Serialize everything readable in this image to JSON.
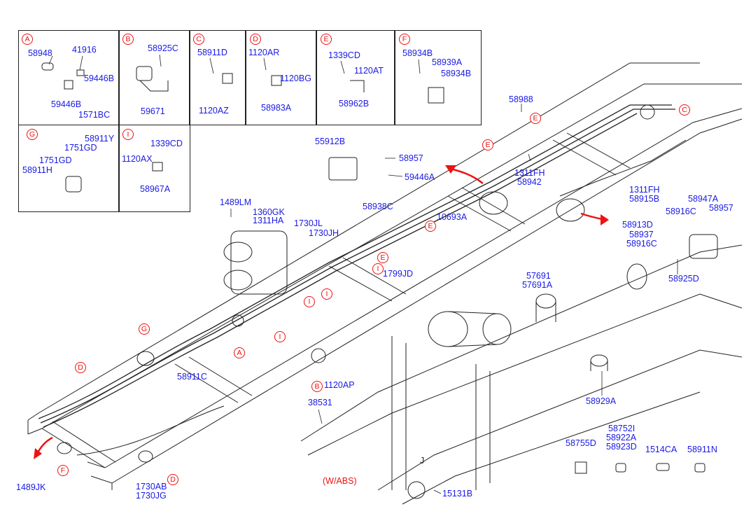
{
  "panels": [
    {
      "ref": "A",
      "parts": [
        "58948",
        "41916",
        "59446B",
        "59446B",
        "1571BC"
      ]
    },
    {
      "ref": "B",
      "parts": [
        "58925C",
        "59671"
      ]
    },
    {
      "ref": "C",
      "parts": [
        "58911D",
        "1120AZ"
      ]
    },
    {
      "ref": "D",
      "parts": [
        "1120AR",
        "1120BG",
        "58983A"
      ]
    },
    {
      "ref": "E",
      "parts": [
        "1339CD",
        "1120AT",
        "58962B"
      ]
    },
    {
      "ref": "F",
      "parts": [
        "58934B",
        "58939A",
        "58934B"
      ]
    },
    {
      "ref": "G",
      "parts": [
        "58911Y",
        "1751GD",
        "1751GD",
        "58911H"
      ]
    },
    {
      "ref": "I",
      "parts": [
        "1339CD",
        "1120AX",
        "58967A"
      ]
    }
  ],
  "callouts": {
    "p55912B": "55912B",
    "p58957a": "58957",
    "p59446A": "59446A",
    "p58938C": "58938C",
    "p58988": "58988",
    "p1311FH_58942": "1311FH",
    "p58942": "58942",
    "p1311FH_b": "1311FH",
    "p58915B": "58915B",
    "p10693A": "10693A",
    "p1489LM": "1489LM",
    "p1360GK": "1360GK",
    "p1311HA": "1311HA",
    "p1730JL": "1730JL",
    "p1730JH": "1730JH",
    "p1799JD": "1799JD",
    "p58947A": "58947A",
    "p58957b": "58957",
    "p58916Ca": "58916C",
    "p58913D": "58913D",
    "p58937": "58937",
    "p58916Cb": "58916C",
    "p58925D": "58925D",
    "p57691": "57691",
    "p57691A": "57691A",
    "p58911C": "58911C",
    "p1120AP": "1120AP",
    "p38531": "38531",
    "p58929A": "58929A",
    "p58752I": "58752I",
    "p58922A": "58922A",
    "p58923D": "58923D",
    "p58755D": "58755D",
    "p1514CA": "1514CA",
    "p58911N": "58911N",
    "p1489JK": "1489JK",
    "p1730AB": "1730AB",
    "p1730JG": "1730JG",
    "p15131B": "15131B",
    "wabs": "(W/ABS)",
    "j": "J"
  },
  "markers": {
    "A": "A",
    "B": "B",
    "C": "C",
    "D": "D",
    "E": "E",
    "F": "F",
    "G": "G",
    "I": "I"
  }
}
